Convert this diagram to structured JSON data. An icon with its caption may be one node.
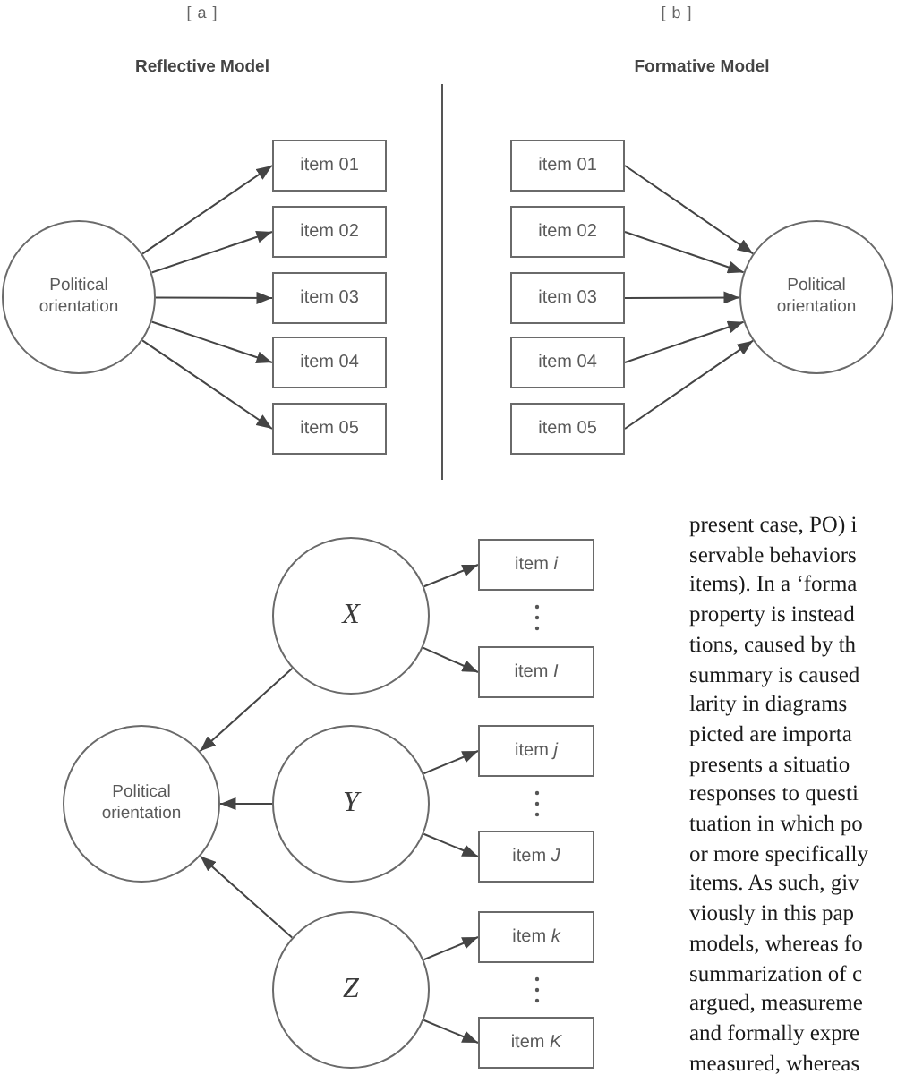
{
  "diagram": {
    "nodes": [
      {
        "text": [
          "Political orientation"
        ]
      },
      {
        "text": [
          "item 01"
        ]
      },
      {
        "text": [
          "item 02"
        ]
      },
      {
        "text": [
          "item 03"
        ]
      },
      {
        "text": [
          "item 04"
        ]
      },
      {
        "text": [
          "item 05"
        ]
      },
      {
        "text": [
          "item 01"
        ]
      },
      {
        "text": [
          "item 02"
        ]
      },
      {
        "text": [
          "item 03"
        ]
      },
      {
        "text": [
          "item 04"
        ]
      },
      {
        "text": [
          "item 05"
        ]
      },
      {
        "text": [
          "Political orientation"
        ]
      },
      {
        "text": [
          "X"
        ]
      },
      {
        "text": [
          "item *i*"
        ]
      },
      {
        "text": [
          "item *I*"
        ]
      },
      {
        "text": [
          "Political orientation"
        ]
      },
      {
        "text": [
          "Y"
        ]
      },
      {
        "text": [
          "item *j*"
        ]
      },
      {
        "text": [
          "item *J*"
        ]
      },
      {
        "text": [
          "Z"
        ]
      },
      {
        "text": [
          "item *k*"
        ]
      },
      {
        "text": [
          "item *K*"
        ]
      }
    ],
    "edges": [
      {
        "from": 0,
        "to": 1,
        "arrow": "to"
      },
      {
        "from": 0,
        "to": 2,
        "arrow": "to"
      },
      {
        "from": 0,
        "to": 3,
        "arrow": "to"
      },
      {
        "from": 0,
        "to": 4,
        "arrow": "to"
      },
      {
        "from": 0,
        "to": 5,
        "arrow": "to"
      },
      {
        "from": 6,
        "to": 11,
        "arrow": "to"
      },
      {
        "from": 7,
        "to": 11,
        "arrow": "to"
      },
      {
        "from": 8,
        "to": 11,
        "arrow": "to"
      },
      {
        "from": 9,
        "to": 11,
        "arrow": "to"
      },
      {
        "from": 10,
        "to": 11,
        "arrow": "to"
      },
      {
        "from": 12,
        "to": 13,
        "arrow": "to"
      },
      {
        "from": 12,
        "to": 14,
        "arrow": "to"
      },
      {
        "from": 12,
        "to": 15,
        "arrow": "to"
      },
      {
        "from": 16,
        "to": 17,
        "arrow": "to"
      },
      {
        "from": 16,
        "to": 18,
        "arrow": "to"
      },
      {
        "from": 16,
        "to": 15,
        "arrow": "to"
      },
      {
        "from": 19,
        "to": 20,
        "arrow": "to"
      },
      {
        "from": 19,
        "to": 21,
        "arrow": "to"
      },
      {
        "from": 19,
        "to": 15,
        "arrow": "to"
      }
    ],
    "labels": [
      "[ a ]",
      "Reflective Model",
      "[ b ]",
      "Formative Model",
      "present case, PO) i",
      "servable behaviors",
      "items). In a ‘forma",
      "property is instead",
      "tions, caused by th",
      "summary is caused",
      "larity in diagrams",
      "picted are importa",
      "presents a situatio",
      "responses to questi",
      "tuation in which po",
      "or more specifically",
      "items. As such, giv",
      "viously in this pap",
      "models, whereas fo",
      "summarization of c",
      "argued, measureme",
      "and formally expre",
      "measured, whereas"
    ]
  }
}
